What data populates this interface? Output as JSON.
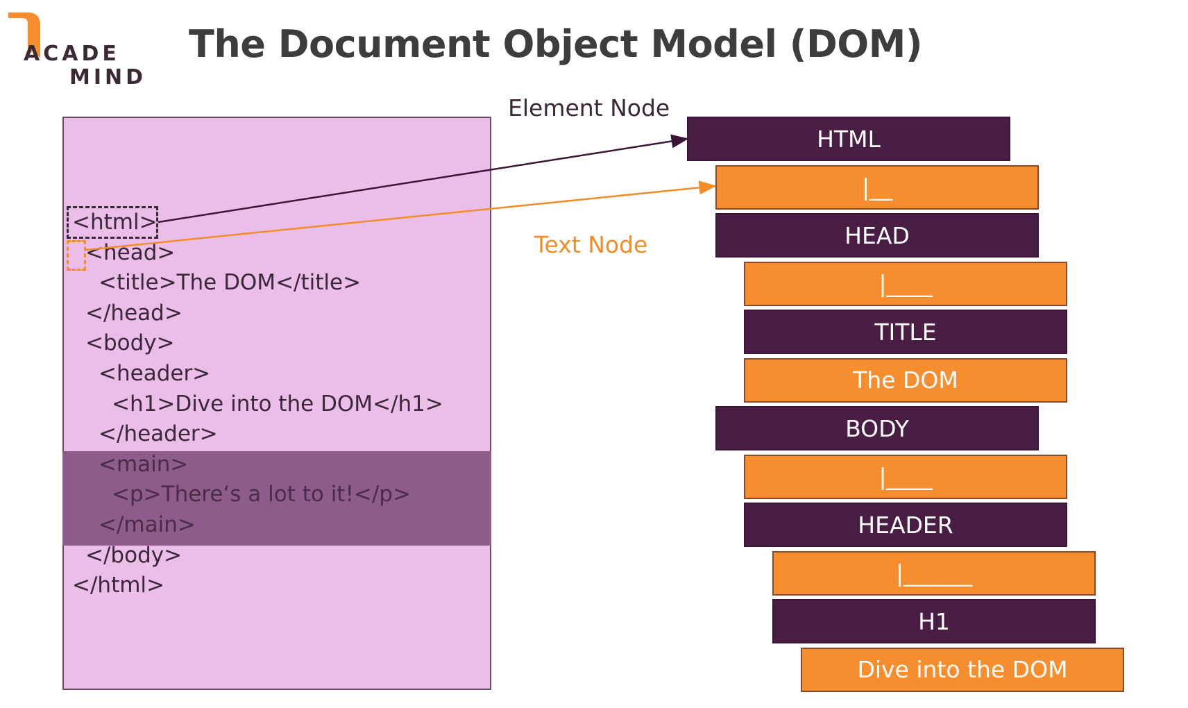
{
  "logo": {
    "line1": "ACADE",
    "line2": "MIND"
  },
  "title": "The Document Object Model (DOM)",
  "labels": {
    "element_node": "Element Node",
    "text_node": "Text Node"
  },
  "code_lines": [
    "<html>",
    "  <head>",
    "    <title>The DOM</title>",
    "  </head>",
    "  <body>",
    "    <header>",
    "      <h1>Dive into the DOM</h1>",
    "    </header>",
    "    <main>",
    "      <p>There‘s a lot to it!</p>",
    "    </main>",
    "  </body>",
    "</html>"
  ],
  "dom_tree": [
    {
      "label": "HTML",
      "kind": "element",
      "depth": 0
    },
    {
      "label": "|__",
      "kind": "text",
      "depth": 1
    },
    {
      "label": "HEAD",
      "kind": "element",
      "depth": 1
    },
    {
      "label": "|____",
      "kind": "text",
      "depth": 2
    },
    {
      "label": "TITLE",
      "kind": "element",
      "depth": 2
    },
    {
      "label": "The DOM",
      "kind": "text",
      "depth": 2
    },
    {
      "label": "BODY",
      "kind": "element",
      "depth": 1
    },
    {
      "label": "|____",
      "kind": "text",
      "depth": 2
    },
    {
      "label": "HEADER",
      "kind": "element",
      "depth": 2
    },
    {
      "label": "|______",
      "kind": "text",
      "depth": 3
    },
    {
      "label": "H1",
      "kind": "element",
      "depth": 3
    },
    {
      "label": "Dive into the DOM",
      "kind": "text",
      "depth": 4
    }
  ],
  "colors": {
    "element": "#4a1e44",
    "text": "#f68d2e",
    "panel": "#ebbde9",
    "panel_highlight": "#8d5c8b"
  }
}
